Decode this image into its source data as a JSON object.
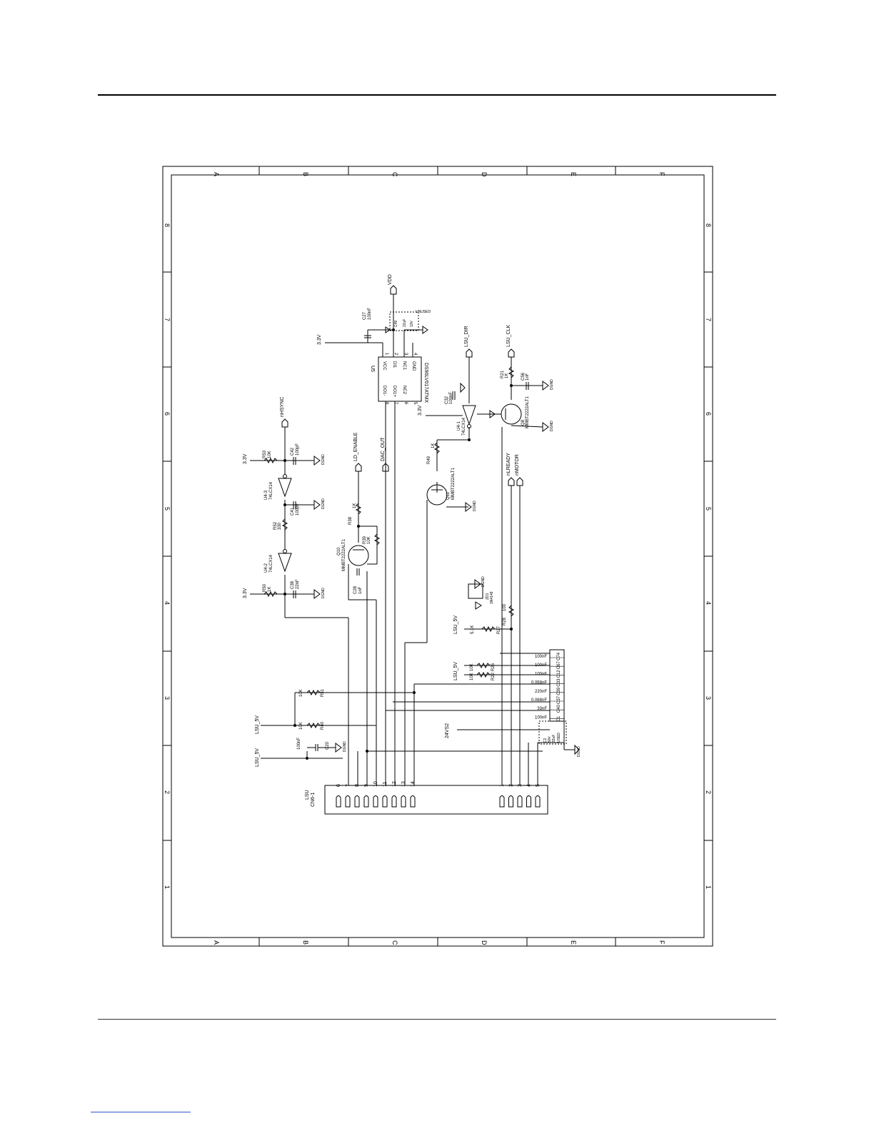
{
  "frame": {
    "columns": [
      "A",
      "B",
      "C",
      "D",
      "E",
      "F"
    ],
    "rows": [
      "8",
      "7",
      "6",
      "5",
      "4",
      "3",
      "2",
      "1"
    ]
  },
  "power_nets": {
    "v33": "3.3V",
    "vdd": "VDD",
    "lsu5v": "LSU_5V",
    "v24s2": "24VS2",
    "dgnd": "DGND"
  },
  "signals": {
    "hsync": "nHSYNC",
    "ld_enable": "LD_ENABLE",
    "dac_out": "DAC_OUT",
    "lsu_dir": "LSU_DIR",
    "lsu_clk": "LSU_CLK",
    "ready": "nLREADY",
    "motor": "nMOTOR"
  },
  "ics": {
    "u5": {
      "ref": "U5",
      "part": "DS90LV017ATMX",
      "pins": [
        "VCC",
        "DI1",
        "NC1",
        "GND",
        "DO1-",
        "DO1+",
        "NC2"
      ],
      "pin_nums": [
        "1",
        "2",
        "3",
        "4",
        "8",
        "7",
        "6",
        "5"
      ]
    },
    "u4_1": {
      "ref": "U4-1",
      "part": "74LCX14"
    },
    "u4_2": {
      "ref": "U4-2",
      "part": "74LCX14"
    },
    "u4_3": {
      "ref": "U4-3",
      "part": "74LCX14"
    }
  },
  "transistors": {
    "q8": {
      "ref": "Q8",
      "part": "MMBT2222ALT1"
    },
    "q10": {
      "ref": "Q10",
      "part": "MMBT2222ALT1"
    },
    "q11": {
      "ref": "Q11",
      "part": "MMBT2222ALT1"
    }
  },
  "components": {
    "c27": {
      "ref": "C27",
      "value": "100nF"
    },
    "c49": {
      "ref": "C49",
      "value": "22uF"
    },
    "c49_note": "10V",
    "c49_tag": "UNUSED",
    "c32": {
      "ref": "C32",
      "value": "100nF"
    },
    "c56": {
      "ref": "C56",
      "value": "1nF"
    },
    "r21": {
      "ref": "R21",
      "value": "1K"
    },
    "r49": {
      "ref": "R49",
      "value": "1K"
    },
    "r38": {
      "ref": "R38",
      "value": "1K"
    },
    "r39": {
      "ref": "R39",
      "value": "10K"
    },
    "c28": {
      "ref": "C28",
      "value": "1nF"
    },
    "r53": {
      "ref": "R53",
      "value": "10K"
    },
    "c42": {
      "ref": "C42",
      "value": "100pF"
    },
    "r52": {
      "ref": "R52",
      "value": "330"
    },
    "c41": {
      "ref": "C41",
      "value": "100pF"
    },
    "r50": {
      "ref": "R50",
      "value": "1K"
    },
    "c38": {
      "ref": "C38",
      "value": "22nF"
    },
    "r51": {
      "ref": "R51",
      "value": "10K"
    },
    "r40": {
      "ref": "R40",
      "value": "10K"
    },
    "c20": {
      "ref": "C20",
      "value": "100nF"
    },
    "r26": {
      "ref": "R26",
      "value": "10K"
    },
    "r22": {
      "ref": "R22",
      "value": "10K"
    },
    "r27": {
      "ref": "R27",
      "value": "5.1K"
    },
    "r28": {
      "ref": "R28",
      "value": "100"
    },
    "d1": {
      "ref": "ZD1",
      "value": "1N4148"
    },
    "c_stack": [
      {
        "ref": "C74",
        "value": "100nF"
      },
      {
        "ref": "C67",
        "value": "100nF"
      },
      {
        "ref": "C12",
        "value": "100nF"
      },
      {
        "ref": "C33",
        "value": "0.068nF"
      },
      {
        "ref": "C39",
        "value": "220nF"
      },
      {
        "ref": "C37",
        "value": "0.068nF"
      },
      {
        "ref": "C40",
        "value": "33nF"
      },
      {
        "ref": "C1",
        "value": "100nF"
      }
    ],
    "c2": {
      "ref": "C2",
      "value": "33uF",
      "note": "50V",
      "tag": "USED"
    }
  },
  "connector": {
    "ref": "LSU",
    "part": "CN6-1",
    "left_pins": [
      "6",
      "7",
      "8",
      "9",
      "10",
      "11",
      "12",
      "13",
      "14"
    ],
    "right_pins": [
      "1",
      "2",
      "3",
      "4",
      "5"
    ]
  }
}
